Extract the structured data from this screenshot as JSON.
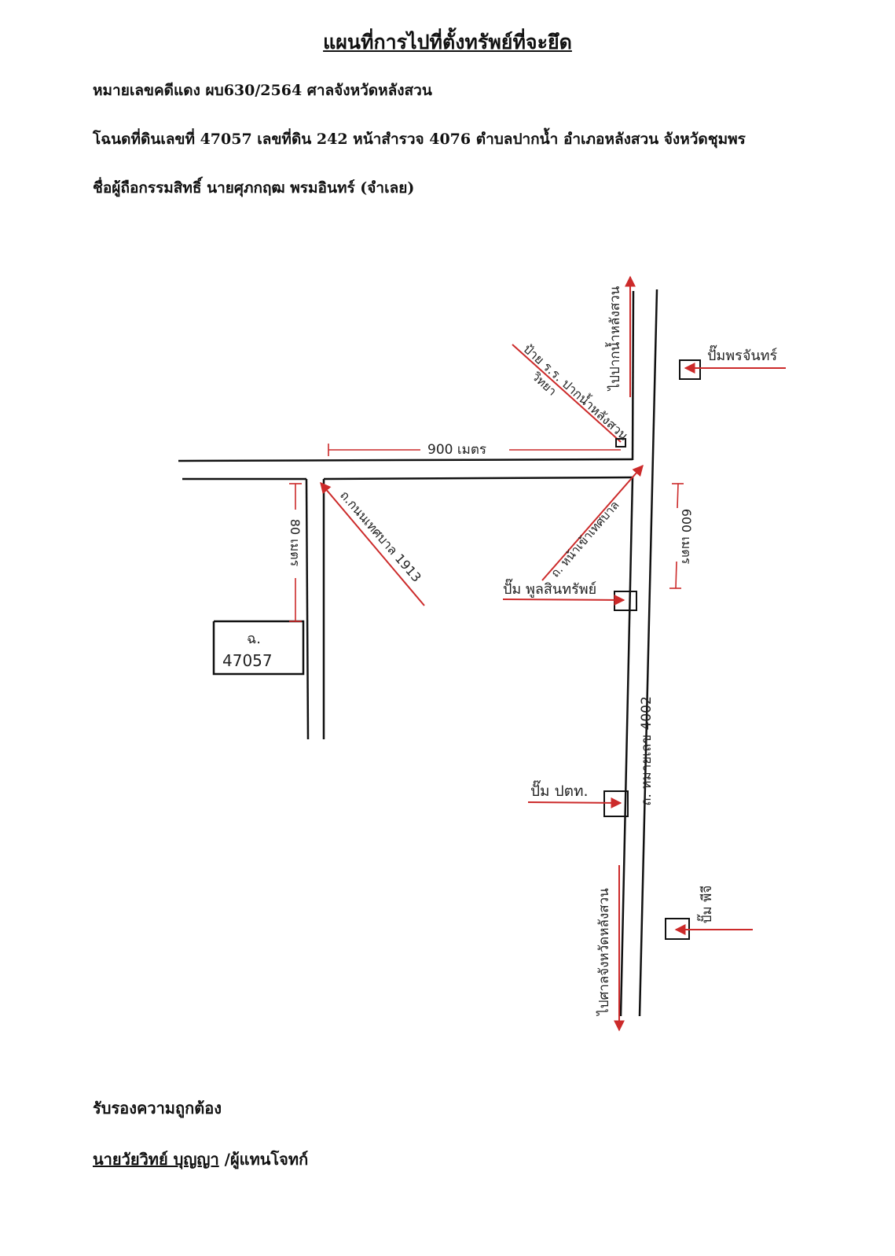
{
  "header": {
    "title": "แผนที่การไปที่ตั้งทรัพย์ที่จะยึด",
    "case_line": "หมายเลขคดีแดง ผบ630/2564  ศาลจังหวัดหลังสวน",
    "deed_line": "โฉนดที่ดินเลขที่ 47057 เลขที่ดิน 242 หน้าสำรวจ 4076 ตำบลปากน้ำ อำเภอหลังสวน จังหวัดชุมพร",
    "owner_line": "ชื่อผู้ถือกรรมสิทธิ์  นายศุภกฤฒ  พรมอินทร์  (จำเลย)"
  },
  "map": {
    "parcel_label": "ฉ.",
    "parcel_number": "47057",
    "highway_label": "ถ. หมายเลข 4002",
    "to_north": "ไปปากน้ำหลังสวน",
    "to_south": "ไปศาลจังหวัดหลังสวน",
    "school_sign": "ป้าย ร.ร. ปากน้ำหลังสวน",
    "school_sign_2": "วิทยา",
    "municipal_road": "ถ.กนนเทศบาล 1913",
    "junction_road": "ถ. หน้าเข้าเทศบาล",
    "dist_top": "900 เมตร",
    "dist_left": "80 เมตร",
    "dist_right": "600 เมตร",
    "pump_1": "ปั๊มพรจันทร์",
    "pump_2": "ปั๊ม พูลสินทรัพย์",
    "pump_3": "ปั๊ม ปตท.",
    "pump_4": "ปั๊ม พีจี",
    "colors": {
      "arrow": "#cc2a2a",
      "road": "#111111"
    }
  },
  "footer": {
    "certify": "รับรองความถูกต้อง",
    "signer_name": "นายวัยวิทย์  บุญญา",
    "signer_role": " /ผู้แทนโจทก์"
  }
}
